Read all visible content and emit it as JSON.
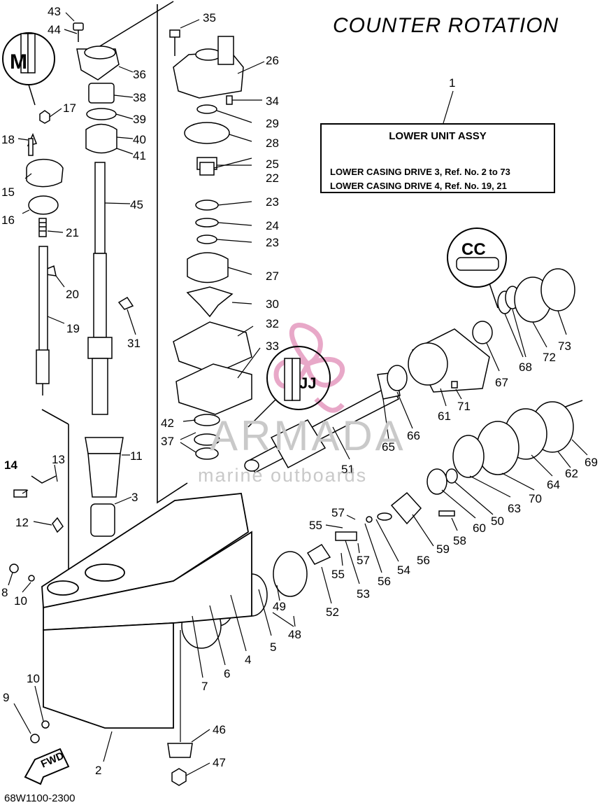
{
  "title": "COUNTER ROTATION",
  "assembly": {
    "ref_no": "1",
    "name": "LOWER UNIT ASSY",
    "lines": [
      "LOWER CASING DRIVE 3, Ref. No. 2 to 73",
      "LOWER CASING DRIVE 4, Ref. No. 19, 21"
    ]
  },
  "figure_code": "68W1100-2300",
  "fwd_label": "FWD",
  "watermark": {
    "brand": "ARMADA",
    "subtitle": "marine outboards",
    "color": "#e8a8c8"
  },
  "inset_marks": [
    "M",
    "CC",
    "JJ"
  ],
  "part_labels": [
    "43",
    "44",
    "36",
    "38",
    "39",
    "40",
    "41",
    "45",
    "17",
    "18",
    "15",
    "16",
    "21",
    "20",
    "19",
    "31",
    "35",
    "26",
    "34",
    "29",
    "28",
    "25",
    "22",
    "23",
    "24",
    "23",
    "27",
    "30",
    "32",
    "33",
    "42",
    "37",
    "11",
    "3",
    "14",
    "13",
    "12",
    "8",
    "10",
    "10",
    "9",
    "2",
    "46",
    "47",
    "7",
    "6",
    "4",
    "5",
    "49",
    "48",
    "52",
    "53",
    "55",
    "55",
    "57",
    "57",
    "56",
    "56",
    "54",
    "59",
    "58",
    "60",
    "50",
    "63",
    "70",
    "64",
    "62",
    "69",
    "51",
    "65",
    "66",
    "61",
    "71",
    "67",
    "68",
    "72",
    "73"
  ]
}
